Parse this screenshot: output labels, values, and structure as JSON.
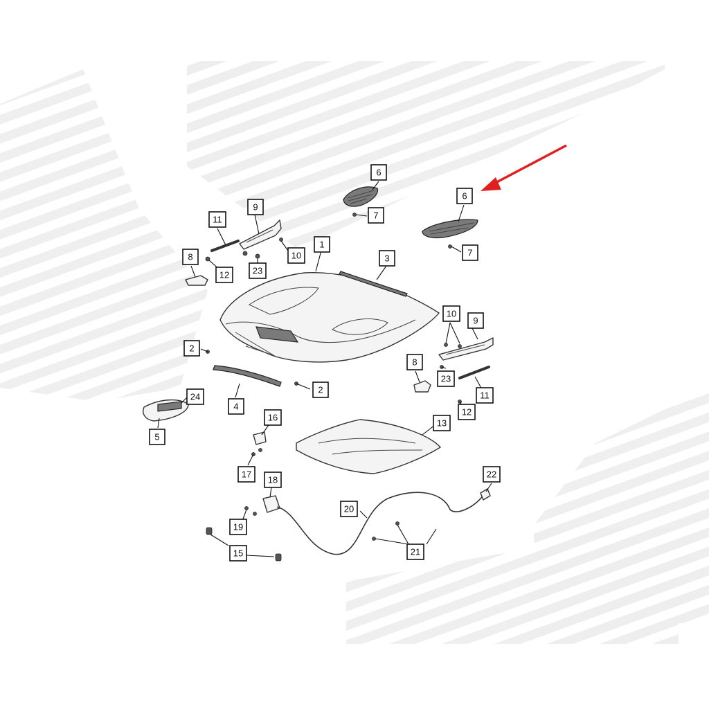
{
  "colors": {
    "arrow": "#e02020",
    "watermark": "#e6e6e6",
    "line": "#333333"
  },
  "callouts": [
    {
      "id": "c6a",
      "label": "6"
    },
    {
      "id": "c7a",
      "label": "7"
    },
    {
      "id": "c6b",
      "label": "6"
    },
    {
      "id": "c7b",
      "label": "7"
    },
    {
      "id": "c11a",
      "label": "11"
    },
    {
      "id": "c9a",
      "label": "9"
    },
    {
      "id": "c10a",
      "label": "10"
    },
    {
      "id": "c1",
      "label": "1"
    },
    {
      "id": "c8a",
      "label": "8"
    },
    {
      "id": "c12a",
      "label": "12"
    },
    {
      "id": "c23a",
      "label": "23"
    },
    {
      "id": "c3",
      "label": "3"
    },
    {
      "id": "c10b",
      "label": "10"
    },
    {
      "id": "c9b",
      "label": "9"
    },
    {
      "id": "c2a",
      "label": "2"
    },
    {
      "id": "c2b",
      "label": "2"
    },
    {
      "id": "c4",
      "label": "4"
    },
    {
      "id": "c8b",
      "label": "8"
    },
    {
      "id": "c23b",
      "label": "23"
    },
    {
      "id": "c11b",
      "label": "11"
    },
    {
      "id": "c12b",
      "label": "12"
    },
    {
      "id": "c24",
      "label": "24"
    },
    {
      "id": "c5",
      "label": "5"
    },
    {
      "id": "c16",
      "label": "16"
    },
    {
      "id": "c13",
      "label": "13"
    },
    {
      "id": "c17",
      "label": "17"
    },
    {
      "id": "c18",
      "label": "18"
    },
    {
      "id": "c22",
      "label": "22"
    },
    {
      "id": "c20",
      "label": "20"
    },
    {
      "id": "c19",
      "label": "19"
    },
    {
      "id": "c21",
      "label": "21"
    },
    {
      "id": "c15",
      "label": "15"
    }
  ],
  "highlight": {
    "target": "c6b",
    "icon": "red-arrow-icon"
  }
}
